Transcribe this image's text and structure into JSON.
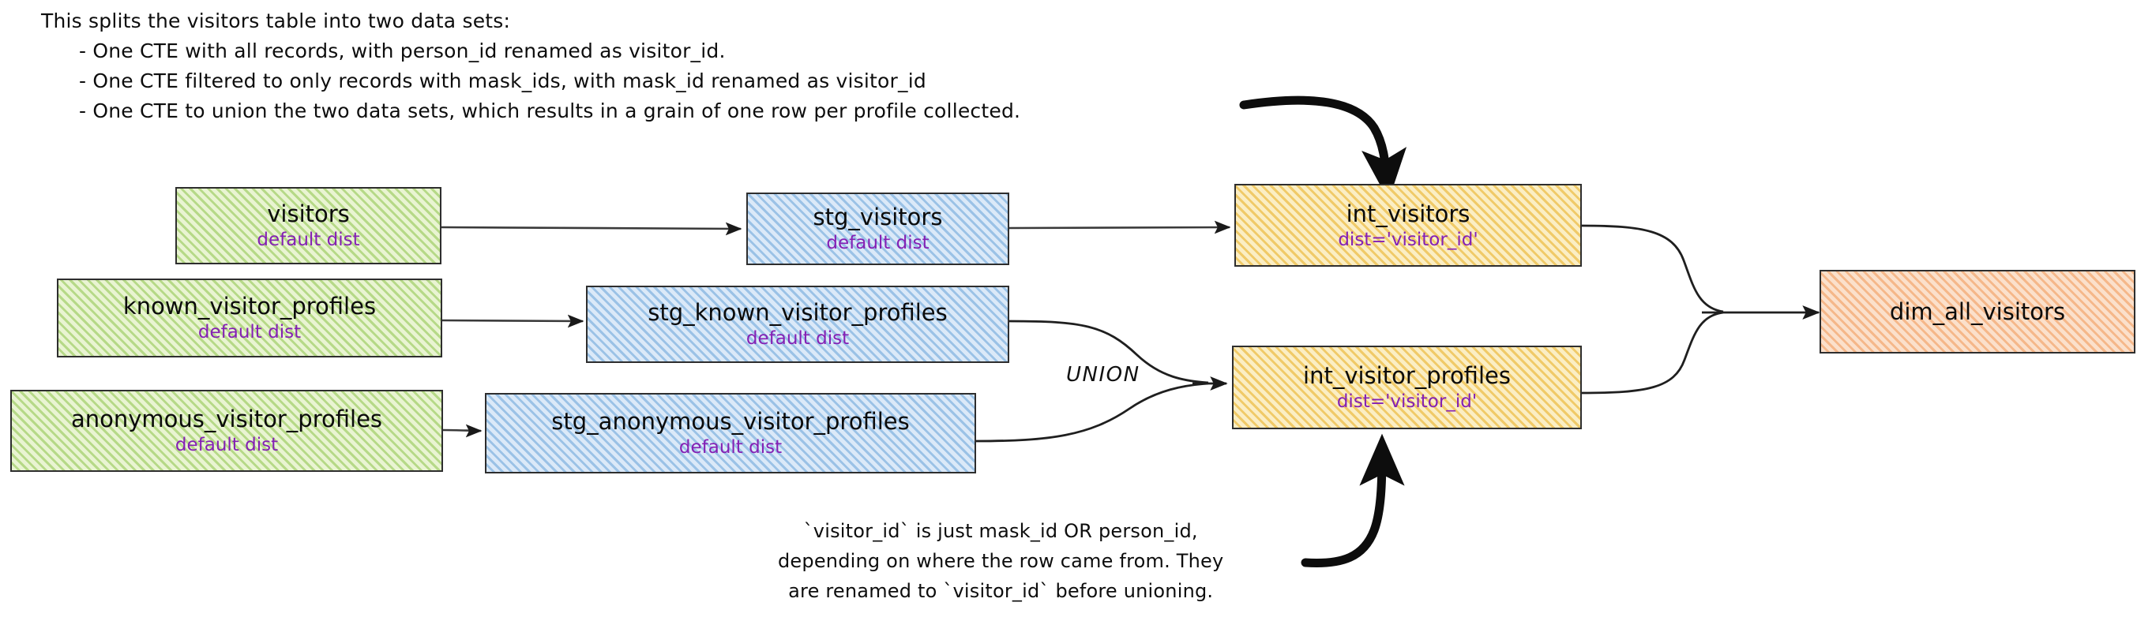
{
  "notes": {
    "header_line1": "This splits the visitors table into two data sets:",
    "header_bullet1": "- One CTE with all records, with person_id renamed as visitor_id.",
    "header_bullet2": "- One CTE filtered to only records with mask_ids, with mask_id renamed as visitor_id",
    "header_bullet3": "- One CTE to union the two data sets, which results in a grain of one row per profile collected.",
    "bottom_line1": "`visitor_id` is just mask_id OR person_id,",
    "bottom_line2": "depending on where the row came from. They",
    "bottom_line3": "are renamed to `visitor_id` before unioning."
  },
  "edges": {
    "union_label": "UNION"
  },
  "colors": {
    "source_fill": "#e9f4d2",
    "source_stroke": "#8cc34a",
    "staging_fill": "#dbe9f8",
    "staging_stroke": "#5b9bd5",
    "intermediate_fill": "#fbeec4",
    "intermediate_stroke": "#e8b22b",
    "mart_fill": "#fbe0cb",
    "mart_stroke": "#f09655",
    "subtitle_text": "#8420b4",
    "border": "#2e2e2e",
    "arrow": "#1a1a1a"
  },
  "nodes": [
    {
      "id": "visitors",
      "title": "visitors",
      "sub": "default dist",
      "layer": "source"
    },
    {
      "id": "known_visitor_profiles",
      "title": "known_visitor_profiles",
      "sub": "default dist",
      "layer": "source"
    },
    {
      "id": "anonymous_visitor_profiles",
      "title": "anonymous_visitor_profiles",
      "sub": "default dist",
      "layer": "source"
    },
    {
      "id": "stg_visitors",
      "title": "stg_visitors",
      "sub": "default dist",
      "layer": "staging"
    },
    {
      "id": "stg_known_visitor_profiles",
      "title": "stg_known_visitor_profiles",
      "sub": "default dist",
      "layer": "staging"
    },
    {
      "id": "stg_anonymous_visitor_profiles",
      "title": "stg_anonymous_visitor_profiles",
      "sub": "default dist",
      "layer": "staging"
    },
    {
      "id": "int_visitors",
      "title": "int_visitors",
      "sub": "dist='visitor_id'",
      "layer": "intermediate"
    },
    {
      "id": "int_visitor_profiles",
      "title": "int_visitor_profiles",
      "sub": "dist='visitor_id'",
      "layer": "intermediate"
    },
    {
      "id": "dim_all_visitors",
      "title": "dim_all_visitors",
      "sub": "",
      "layer": "mart"
    }
  ]
}
